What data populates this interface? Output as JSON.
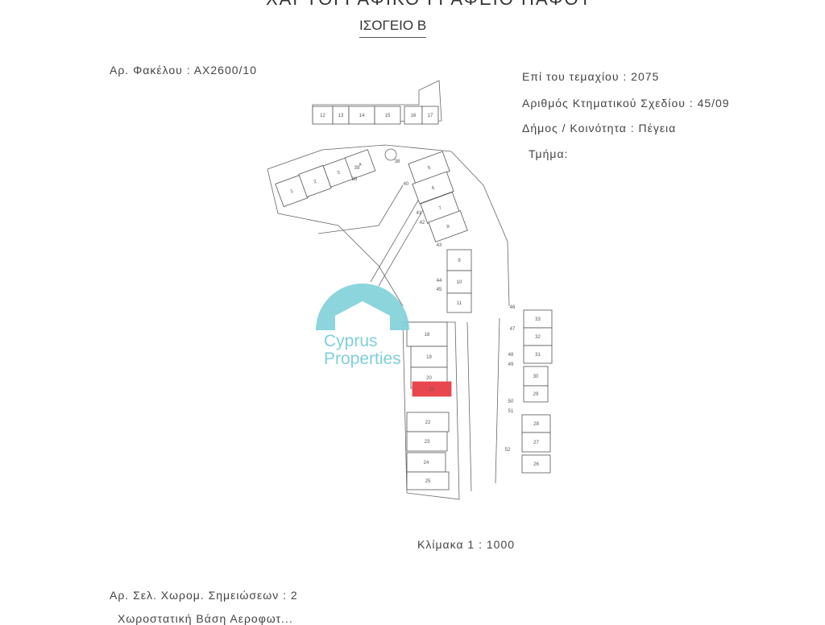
{
  "header": {
    "title": "ΧΑΡΤΟΓΡΑΦΙΚΟ ΓΡΑΦΕΙΟ ΠΑΦΟΥ",
    "subtitle": "ΙΣΟΓΕΙΟ Β"
  },
  "info": {
    "file_no": "Αρ. Φακέλου  :  ΑΧ2600/10",
    "plot": "Επί  του  τεμαχίου  :  2075",
    "cadastral_plan": "Αριθμός  Κτηματικού  Σχεδίου  :  45/09",
    "municipality": "Δήμος / Κοινότητα  :  Πέγεια",
    "section": "Τμήμα:"
  },
  "scale": "Κλίμακα  1 : 1000",
  "footer": {
    "survey_pages": "Αρ.  Σελ.  Χωρομ.  Σημειώσεων  :  2",
    "base": "Χωροστατική  Βάση  Αεροφωτ..."
  },
  "watermark": {
    "line1": "Cyprus",
    "line2": "Properties",
    "color": "#7fd0d9"
  },
  "plan": {
    "highlight_color": "#e8474f",
    "highlighted_unit": "21",
    "units": [
      "12",
      "13",
      "14",
      "15",
      "16",
      "17",
      "1",
      "2",
      "3",
      "4",
      "5",
      "6",
      "7",
      "8",
      "9",
      "10",
      "11",
      "18",
      "19",
      "20",
      "21",
      "22",
      "23",
      "24",
      "25",
      "33",
      "32",
      "31",
      "30",
      "29",
      "28",
      "27",
      "26"
    ],
    "small_labels": [
      "36",
      "38",
      "39",
      "40",
      "41",
      "42",
      "43",
      "44",
      "45",
      "46",
      "47",
      "48",
      "49",
      "50",
      "51",
      "52"
    ]
  }
}
